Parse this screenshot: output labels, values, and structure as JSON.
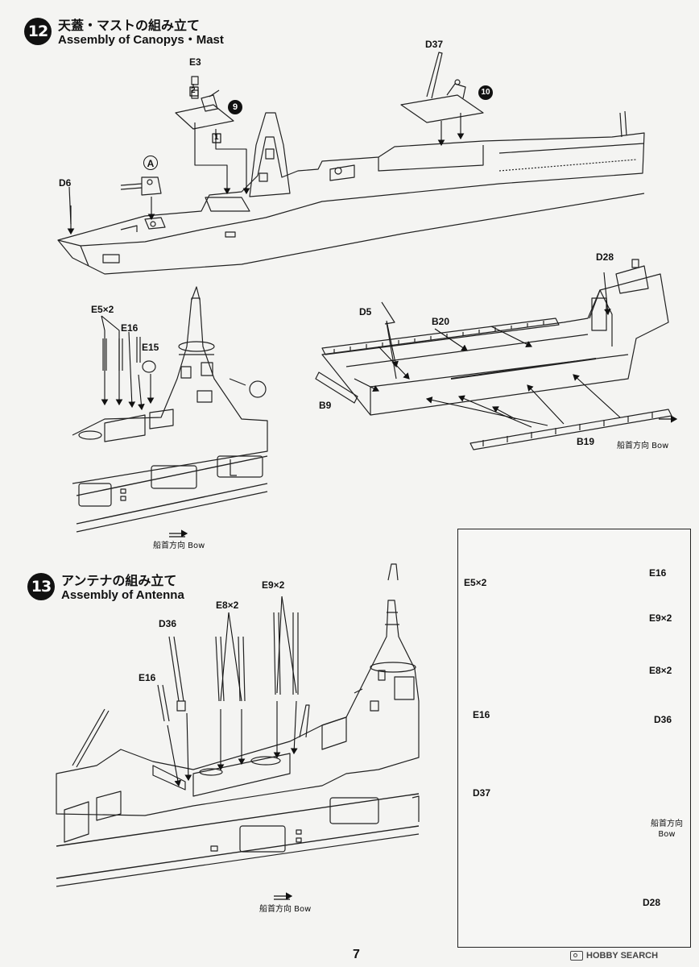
{
  "page_number": "7",
  "watermark": "HOBBY SEARCH",
  "steps": [
    {
      "number": "12",
      "title_jp": "天蓋・マストの組み立て",
      "title_en": "Assembly of Canopys・Mast",
      "parts": {
        "e3": "E3",
        "d37": "D37",
        "d6": "D6",
        "a": "A",
        "ref9": "9",
        "ref10": "10",
        "box2": "2",
        "box1": "1",
        "e5x2": "E5×2",
        "e16": "E16",
        "e15": "E15",
        "d5": "D5",
        "b20": "B20",
        "d28": "D28",
        "b9": "B9",
        "b19": "B19"
      },
      "bow_left": "船首方向 Bow",
      "bow_right": "船首方向 Bow"
    },
    {
      "number": "13",
      "title_jp": "アンテナの組み立て",
      "title_en": "Assembly of Antenna",
      "parts": {
        "e9x2": "E9×2",
        "e8x2": "E8×2",
        "d36": "D36",
        "e16": "E16"
      },
      "bow": "船首方向 Bow"
    }
  ],
  "inset": {
    "e5x2": "E5×2",
    "e16a": "E16",
    "e9x2": "E9×2",
    "e8x2": "E8×2",
    "e16b": "E16",
    "d36": "D36",
    "d37": "D37",
    "d28": "D28",
    "bow": "船首方向 Bow"
  }
}
